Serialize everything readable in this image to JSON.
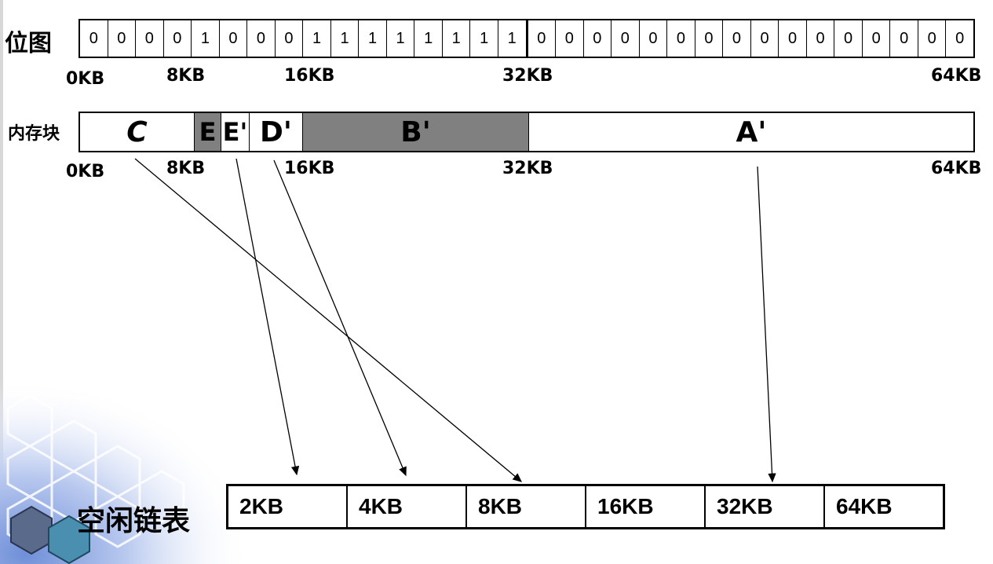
{
  "labels": {
    "bitmap": "位图",
    "memory": "内存块",
    "free_list": "空闲链表"
  },
  "bitmap_bits": [
    "0",
    "0",
    "0",
    "0",
    "1",
    "0",
    "0",
    "0",
    "1",
    "1",
    "1",
    "1",
    "1",
    "1",
    "1",
    "1",
    "0",
    "0",
    "0",
    "0",
    "0",
    "0",
    "0",
    "0",
    "0",
    "0",
    "0",
    "0",
    "0",
    "0",
    "0",
    "0"
  ],
  "bitmap_axis": [
    {
      "text": "0KB",
      "id": "0kb"
    },
    {
      "text": "8KB",
      "id": "8kb"
    },
    {
      "text": "16KB",
      "id": "16kb"
    },
    {
      "text": "32KB",
      "id": "32kb"
    },
    {
      "text": "64KB",
      "id": "64kb"
    }
  ],
  "memory_axis": [
    {
      "text": "0KB",
      "id": "0kb"
    },
    {
      "text": "8KB",
      "id": "8kb"
    },
    {
      "text": "16KB",
      "id": "16kb"
    },
    {
      "text": "32KB",
      "id": "32kb"
    },
    {
      "text": "64KB",
      "id": "64kb"
    }
  ],
  "memory_blocks": [
    {
      "label": "C",
      "state": "free"
    },
    {
      "label": "E",
      "state": "used"
    },
    {
      "label": "E'",
      "state": "free"
    },
    {
      "label": "D'",
      "state": "free"
    },
    {
      "label": "B'",
      "state": "used"
    },
    {
      "label": "A'",
      "state": "free"
    }
  ],
  "free_list_cells": [
    "2KB",
    "4KB",
    "8KB",
    "16KB",
    "32KB",
    "64KB"
  ],
  "colors": {
    "used_block": "#808080",
    "free_block": "#ffffff"
  }
}
